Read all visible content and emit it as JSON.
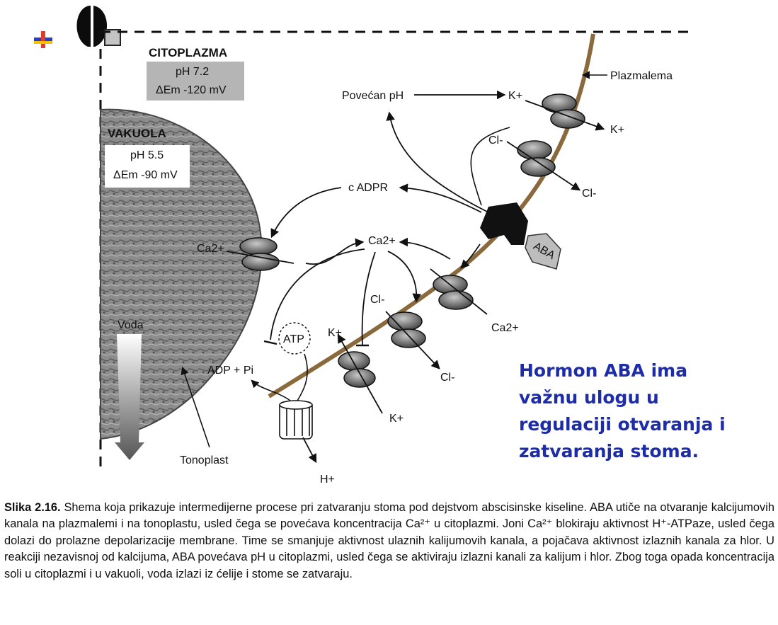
{
  "diagram": {
    "cytoplasm": {
      "title": "CITOPLAZMA",
      "ph": "pH 7.2",
      "potential": "ΔEm -120 mV"
    },
    "vacuole": {
      "title": "VAKUOLA",
      "ph": "pH 5.5",
      "potential": "ΔEm -90 mV"
    },
    "labels": {
      "plasmalemma": "Plazmalema",
      "increased_ph": "Povećan pH",
      "k_plus": "K+",
      "cl_minus": "Cl-",
      "cadpr": "c ADPR",
      "ca2plus": "Ca2+",
      "aba": "ABA",
      "atp": "ATP",
      "adp_pi": "ADP + Pi",
      "h_plus": "H+",
      "water": "Voda",
      "tonoplast": "Tonoplast"
    },
    "colors": {
      "hormone_text": "#1d2ca8",
      "membrane": "#8a6a3c",
      "vacuole": "#7a7a7a",
      "receptor": "#111111"
    }
  },
  "hormone_note": [
    "Hormon ABA ima",
    "važnu ulogu u",
    "regulaciji otvaranja i",
    "zatvaranja stoma."
  ],
  "caption": {
    "label": "Slika 2.16.",
    "text": "Shema koja prikazuje intermedijerne procese pri zatvaranju stoma pod dejstvom abscisinske kiseline. ABA utiče na otvaranje kalcijumovih kanala na plazmalemi i na tonoplastu, usled čega se povećava koncentracija Ca²⁺ u citoplazmi. Joni Ca²⁺ blokiraju aktivnost H⁺-ATPaze, usled čega dolazi do prolazne depolarizacije membrane. Time se smanjuje aktivnost ulaznih kalijumovih kanala, a pojačava aktivnost izlaznih kanala za hlor. U reakciji nezavisnoj od kalcijuma, ABA povećava pH u citoplazmi, usled čega se aktiviraju izlazni kanali za kalijum i hlor. Zbog toga opada koncentracija soli u citoplazmi i u vakuoli, voda izlazi iz ćelije i stome se zatvaraju."
  }
}
